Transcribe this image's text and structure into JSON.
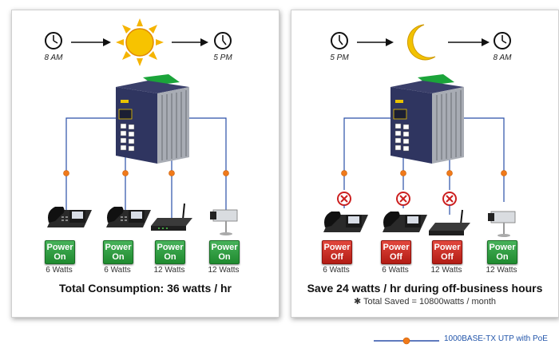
{
  "left_panel": {
    "start_time": "8 AM",
    "end_time": "5 PM",
    "devices": [
      {
        "kind": "phone",
        "status_line1": "Power",
        "status_line2": "On",
        "watts": "6 Watts"
      },
      {
        "kind": "phone",
        "status_line1": "Power",
        "status_line2": "On",
        "watts": "6 Watts"
      },
      {
        "kind": "access-point",
        "status_line1": "Power",
        "status_line2": "On",
        "watts": "12 Watts"
      },
      {
        "kind": "camera",
        "status_line1": "Power",
        "status_line2": "On",
        "watts": "12 Watts"
      }
    ],
    "headline": "Total Consumption: 36 watts / hr"
  },
  "right_panel": {
    "start_time": "5 PM",
    "end_time": "8 AM",
    "devices": [
      {
        "kind": "phone",
        "status_line1": "Power",
        "status_line2": "Off",
        "watts": "6 Watts"
      },
      {
        "kind": "phone",
        "status_line1": "Power",
        "status_line2": "Off",
        "watts": "6 Watts"
      },
      {
        "kind": "access-point",
        "status_line1": "Power",
        "status_line2": "Off",
        "watts": "12 Watts"
      },
      {
        "kind": "camera",
        "status_line1": "Power",
        "status_line2": "On",
        "watts": "12 Watts"
      }
    ],
    "headline": "Save 24 watts / hr during off-business hours",
    "subline": "✱ Total Saved = 10800watts / month"
  },
  "legend": {
    "label": "1000BASE-TX UTP with PoE",
    "line_color": "#2a4fa8",
    "dot_color": "#f07a1a"
  },
  "colors": {
    "power_on": "#2d9a3e",
    "power_off": "#c8281e",
    "sun": "#f5b400",
    "moon": "#f2c200"
  }
}
